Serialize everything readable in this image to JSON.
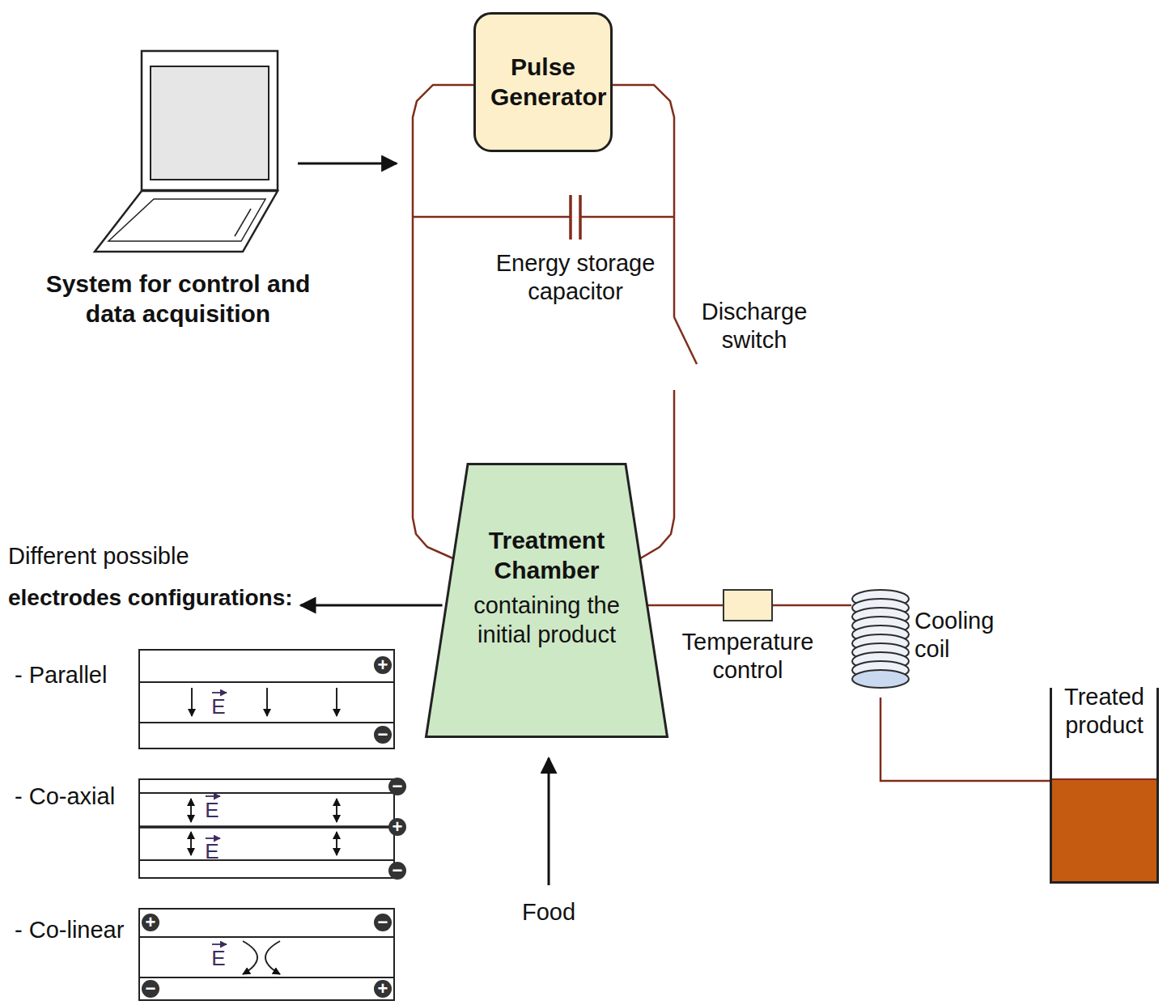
{
  "diagram": {
    "nodes": [
      {
        "text": [
          "Pulse Generator"
        ]
      },
      {
        "text": [
          "Treatment Chamber",
          "containing the initial product"
        ]
      },
      {
        "text": [
          "Temperature control"
        ]
      },
      {
        "text": [
          "Cooling coil"
        ]
      },
      {
        "text": [
          "Treated product"
        ]
      }
    ],
    "edges": [
      {
        "from": 0,
        "to": 1,
        "arrow": "none"
      },
      {
        "from": 0,
        "to": 1,
        "arrow": "none"
      },
      {
        "from": 1,
        "to": 2,
        "arrow": "none"
      },
      {
        "from": 2,
        "to": 3,
        "arrow": "none"
      },
      {
        "from": 3,
        "to": 4,
        "arrow": "none"
      }
    ],
    "labels": [
      "System for control and data acquisition",
      "Energy storage capacitor",
      "Discharge switch",
      "Different possible",
      "electrodes configurations:",
      "- Parallel",
      "+",
      "E",
      "−",
      "- Co-axial",
      "−",
      "E",
      "+",
      "E",
      "−",
      "- Co-linear",
      "+",
      "−",
      "E",
      "−",
      "+",
      "Food"
    ]
  }
}
